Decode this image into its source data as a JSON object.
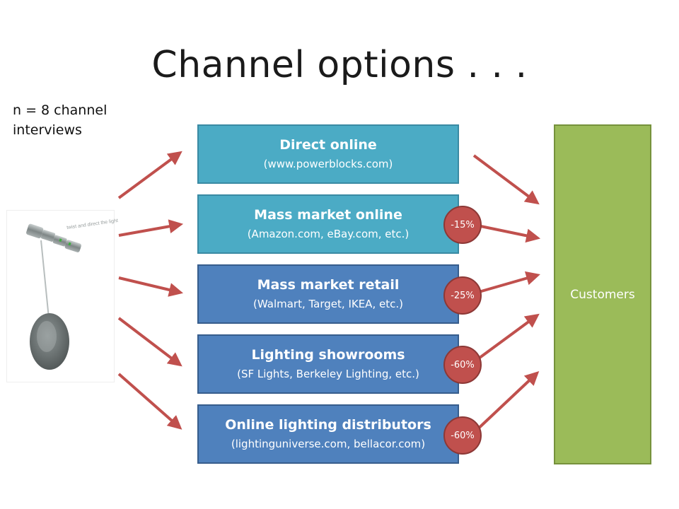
{
  "title": "Channel options . . .",
  "note": "n = 8 channel interviews",
  "product_image": {
    "caption": "twist and direct the light"
  },
  "channels": [
    {
      "name": "Direct online",
      "sub": "(www.powerblocks.com)",
      "color": "#4babc5",
      "discount": ""
    },
    {
      "name": "Mass market online",
      "sub": "(Amazon.com, eBay.com, etc.)",
      "color": "#4babc5",
      "discount": "-15%"
    },
    {
      "name": "Mass market retail",
      "sub": "(Walmart, Target, IKEA, etc.)",
      "color": "#4f81bd",
      "discount": "-25%"
    },
    {
      "name": "Lighting showrooms",
      "sub": "(SF Lights, Berkeley Lighting, etc.)",
      "color": "#4f81bd",
      "discount": "-60%"
    },
    {
      "name": "Online lighting distributors",
      "sub": "(lightinguniverse.com, bellacor.com)",
      "color": "#4f81bd",
      "discount": "-60%"
    }
  ],
  "customers": {
    "label": "Customers",
    "color": "#9bbb59"
  },
  "arrow_color": "#c0504d"
}
